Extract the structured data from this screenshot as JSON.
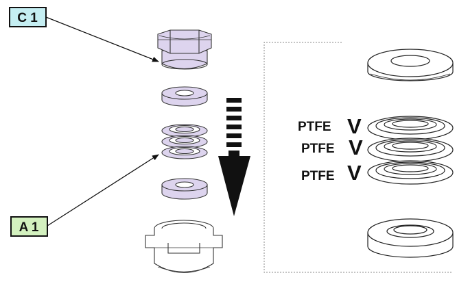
{
  "labels": {
    "c1": "C 1",
    "a1": "A 1"
  },
  "ptfe": {
    "text": "PTFE",
    "mark": "V"
  },
  "colors": {
    "c1_box": "#c5eef2",
    "a1_box": "#d3f1bf",
    "part_fill": "#ddd4ee",
    "outline": "#222222"
  }
}
